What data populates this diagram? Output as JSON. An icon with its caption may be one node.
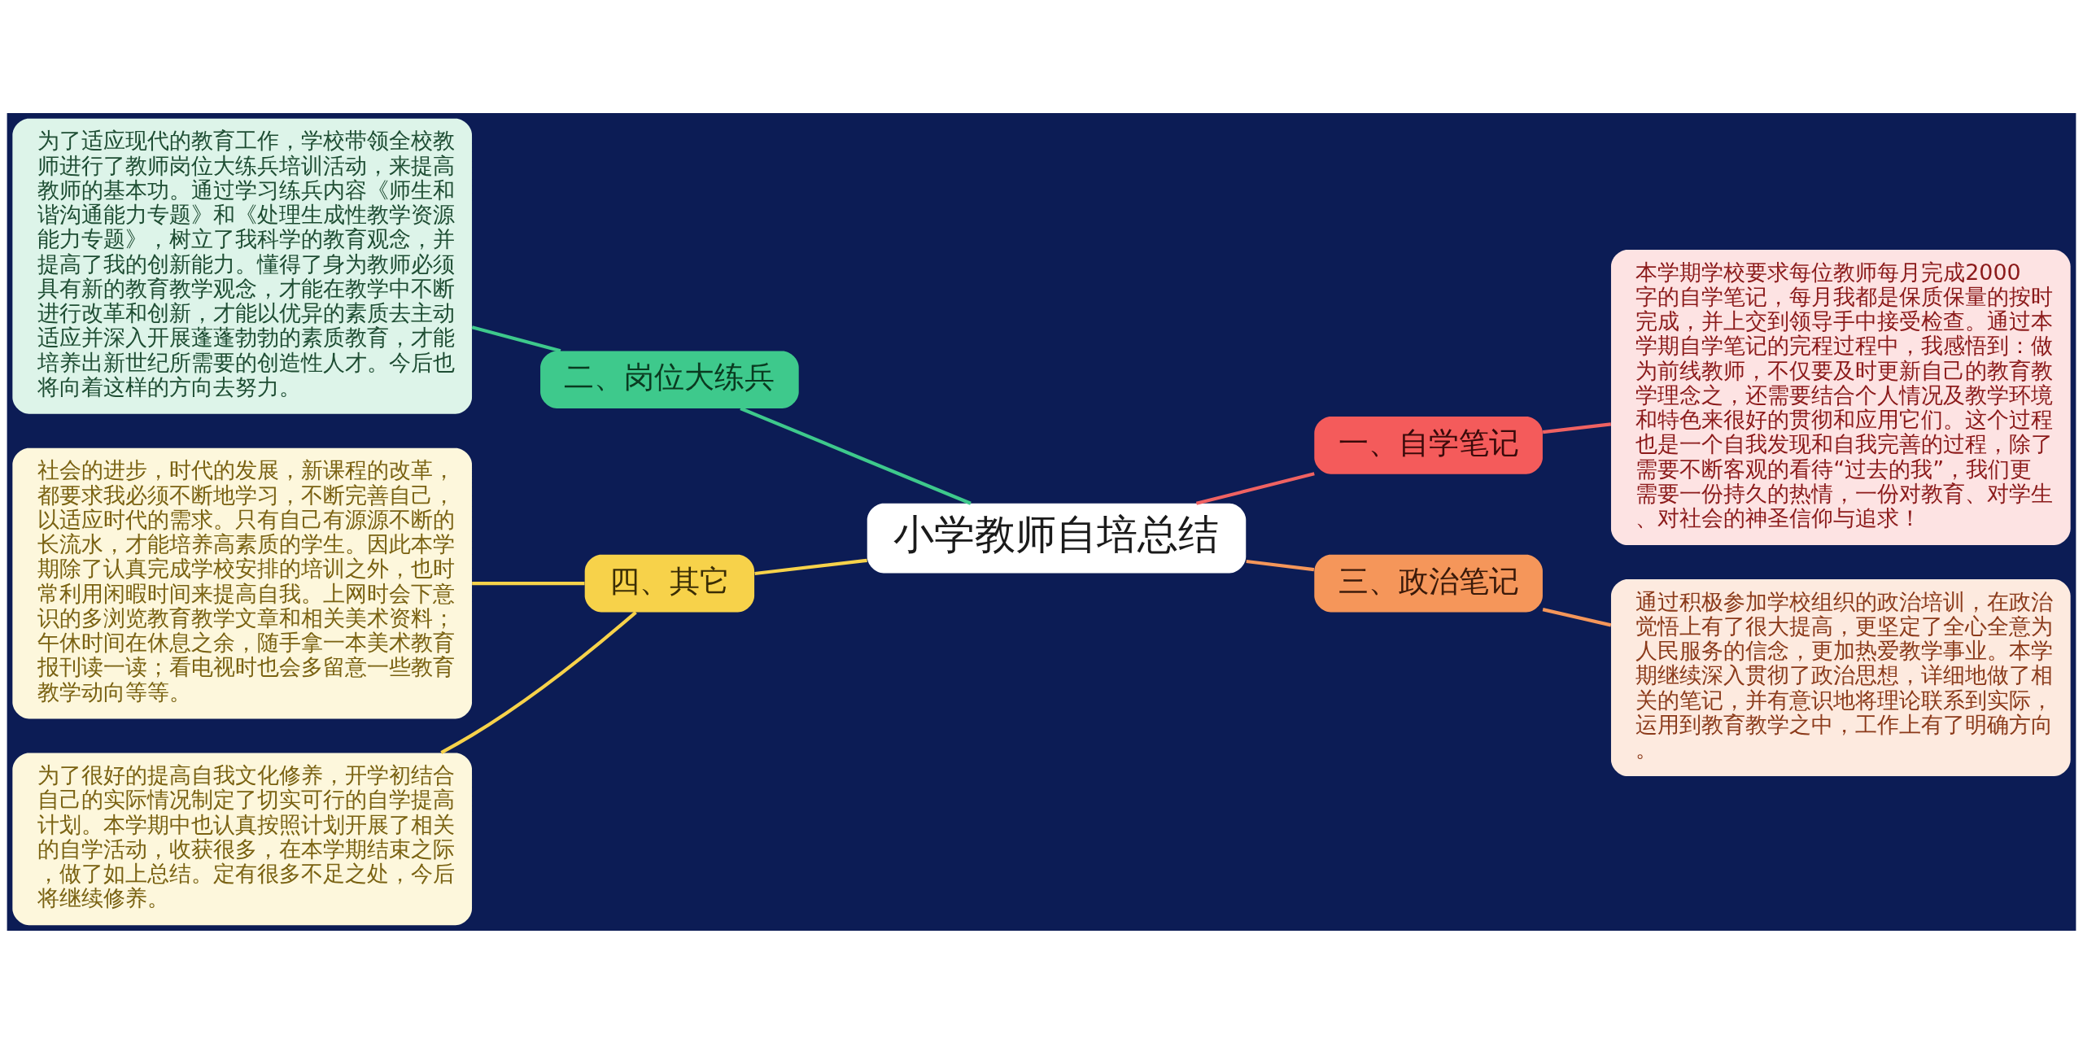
{
  "diagram": {
    "nodes": [
      {
        "text": [
          "小学教师自培总结"
        ]
      },
      {
        "text": [
          "一、自学笔记"
        ]
      },
      {
        "text": [
          "本学期学校要求每位教师每月完成2000字的自学笔记，每月我都是保质保量的按时完成，并上交到领导手中接受检查。通过本学期自学笔记的完程过程中，我感悟到：做为前线教师，不仅要及时更新自己的教育教学理念之，还需要结合个人情况及教学环境和特色来很好的贯彻和应用它们。这个过程也是一个自我发现和自我完善的过程，除了需要不断客观的看待“过去的我”，我们更需要一份持久的热情，一份对教育、对学生、对社会的神圣信仰与追求！"
        ]
      },
      {
        "text": [
          "三、政治笔记"
        ]
      },
      {
        "text": [
          "通过积极参加学校组织的政治培训，在政治觉悟上有了很大提高，更坚定了全心全意为人民服务的信念，更加热爱教学事业。本学期继续深入贯彻了政治思想，详细地做了相关的笔记，并有意识地将理论联系到实际，运用到教育教学之中，工作上有了明确方向。"
        ]
      },
      {
        "text": [
          "二、岗位大练兵"
        ]
      },
      {
        "text": [
          "为了适应现代的教育工作，学校带领全校教师进行了教师岗位大练兵培训活动，来提高教师的基本功。通过学习练兵内容《师生和谐沟通能力专题》和《处理生成性教学资源能力专题》，树立了我科学的教育观念，并提高了我的创新能力。懂得了身为教师必须具有新的教育教学观念，才能在教学中不断进行改革和创新，才能以优异的素质去主动适应并深入开展蓬蓬勃勃的素质教育，才能培养出新世纪所需要的创造性人才。今后也将向着这样的方向去努力。"
        ]
      },
      {
        "text": [
          "四、其它"
        ]
      },
      {
        "text": [
          "社会的进步，时代的发展，新课程的改革，都要求我必须不断地学习，不断完善自己，以适应时代的需求。只有自己有源源不断的长流水，才能培养高素质的学生。因此本学期除了认真完成学校安排的培训之外，也时常利用闲暇时间来提高自我。上网时会下意识的多浏览教育教学文章和相关美术资料；午休时间在休息之余，随手拿一本美术教育报刊读一读；看电视时也会多留意一些教育教学动向等等。"
        ]
      },
      {
        "text": [
          "为了很好的提高自我文化修养，开学初结合自己的实际情况制定了切实可行的自学提高计划。本学期中也认真按照计划开展了相关的自学活动，收获很多，在本学期结束之际，做了如上总结。定有很多不足之处，今后将继续修养。"
        ]
      }
    ],
    "edges": [
      {
        "from": 0,
        "to": 1,
        "arrow": "none",
        "color": "#f06262"
      },
      {
        "from": 1,
        "to": 2,
        "arrow": "none",
        "color": "#f06262"
      },
      {
        "from": 0,
        "to": 3,
        "arrow": "none",
        "color": "#f5965a"
      },
      {
        "from": 3,
        "to": 4,
        "arrow": "none",
        "color": "#f5965a"
      },
      {
        "from": 0,
        "to": 5,
        "arrow": "none",
        "color": "#3ec98c"
      },
      {
        "from": 5,
        "to": 6,
        "arrow": "none",
        "color": "#3ec98c"
      },
      {
        "from": 0,
        "to": 7,
        "arrow": "none",
        "color": "#f7d24a"
      },
      {
        "from": 7,
        "to": 8,
        "arrow": "none",
        "color": "#f7d24a"
      },
      {
        "from": 7,
        "to": 9,
        "arrow": "none",
        "color": "#f7d24a"
      }
    ]
  }
}
